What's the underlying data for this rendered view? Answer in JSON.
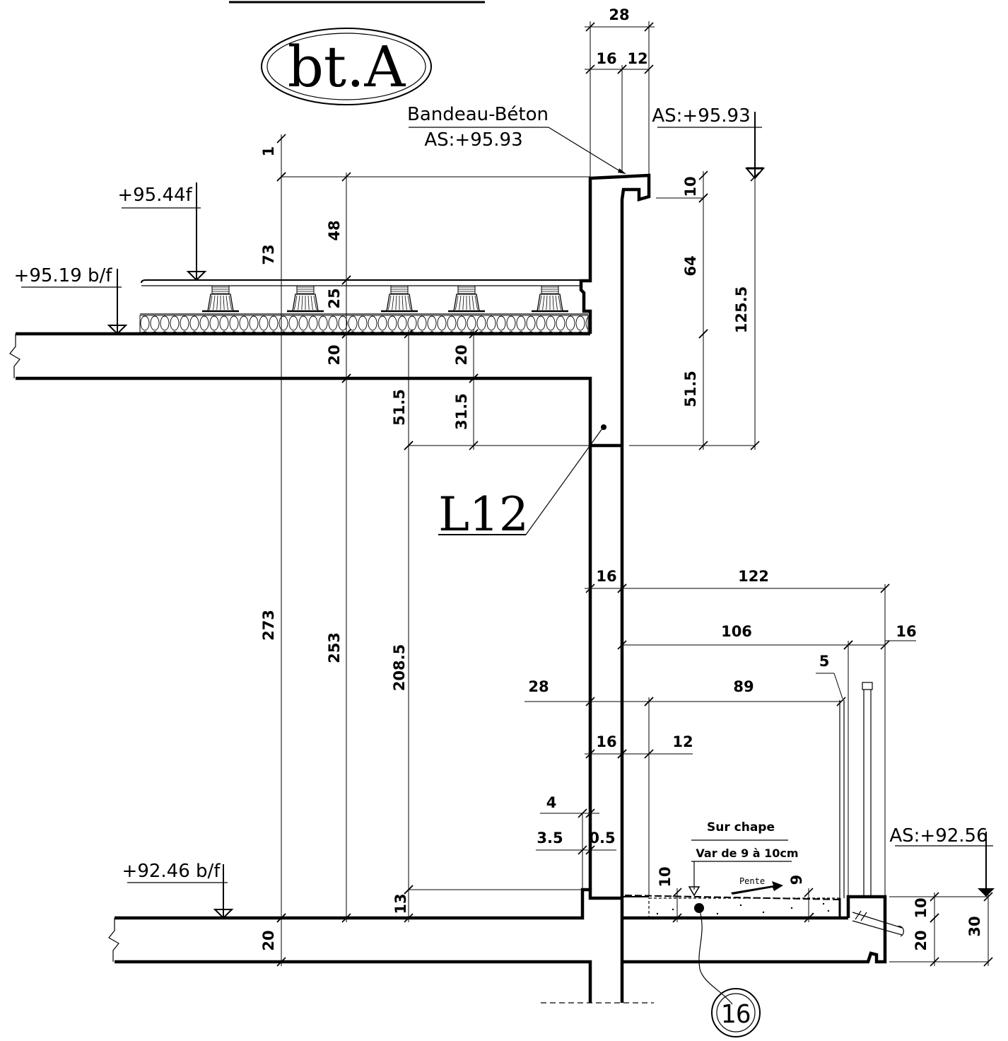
{
  "title_bubble": "bt.A",
  "detail_label": "L12",
  "callouts": {
    "bandeau_name": "Bandeau-Béton",
    "bandeau_level": "AS:+95.93",
    "top_level_right": "AS:+95.93",
    "roof_finish_level": "+95.44f",
    "roof_slab_level": "+95.19 b/f",
    "floor_level": "+92.46 b/f",
    "sill_level": "AS:+92.56",
    "screed_title": "Sur chape",
    "screed_detail": "Var de 9 à 10cm",
    "slope": "Pente",
    "reference_circle": "16"
  },
  "dimensions": {
    "top_28": "28",
    "top_16": "16",
    "top_12": "12",
    "d1": "1",
    "d73": "73",
    "d48": "48",
    "d25": "25",
    "d20_left": "20",
    "d20_mid": "20",
    "d51_5_left": "51.5",
    "d31_5": "31.5",
    "r10": "10",
    "r64": "64",
    "r125_5": "125.5",
    "r51_5": "51.5",
    "d273": "273",
    "d253": "253",
    "d208_5": "208.5",
    "d13": "13",
    "d20_bottom": "20",
    "b16_a": "16",
    "b122": "122",
    "b106": "106",
    "b16_b": "16",
    "b5": "5",
    "b28": "28",
    "b89": "89",
    "b16_c": "16",
    "b12": "12",
    "b4": "4",
    "b3_5": "3.5",
    "b0_5": "0.5",
    "s10": "10",
    "s9": "9",
    "e10": "10",
    "e20": "20",
    "e30": "30"
  }
}
